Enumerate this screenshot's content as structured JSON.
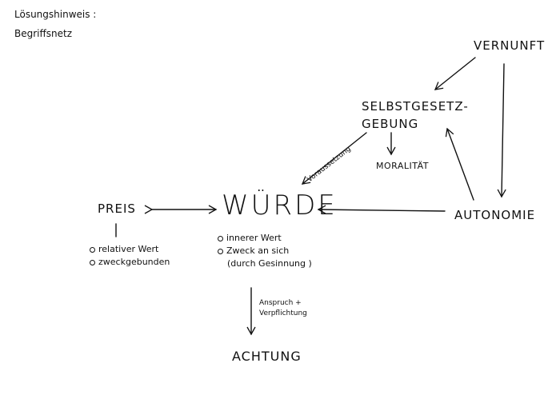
{
  "header": {
    "line1": "Lösungshinweis :",
    "line2": "Begriffsnetz"
  },
  "nodes": {
    "vernunft": "VERNUNFT",
    "selbstgesetz_line1": "SELBSTGESETZ-",
    "selbstgesetz_line2": "GEBUNG",
    "moralitaet": "MORALITÄT",
    "preis": "PREIS",
    "wuerde": "WÜRDE",
    "autonomie": "AUTONOMIE",
    "achtung": "ACHTUNG"
  },
  "preis_notes": [
    "relativer Wert",
    "zweckgebunden"
  ],
  "wuerde_notes": {
    "item1": "innerer Wert",
    "item2": "Zweck an sich",
    "item3": "(durch Gesinnung )"
  },
  "edge_labels": {
    "voraussetzung": "Voraussetzung",
    "anspruch_line1": "Anspruch +",
    "anspruch_line2": "Verpflichtung"
  }
}
